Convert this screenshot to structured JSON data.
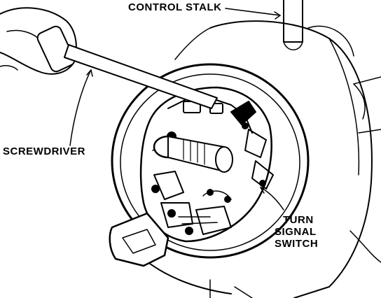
{
  "labels": {
    "control_stalk": "CONTROL STALK",
    "screwdriver": "SCREWDRIVER",
    "turn_signal_switch": [
      "TURN",
      "SIGNAL",
      "SWITCH"
    ]
  },
  "colors": {
    "ink": "#000000",
    "paper": "#ffffff"
  }
}
